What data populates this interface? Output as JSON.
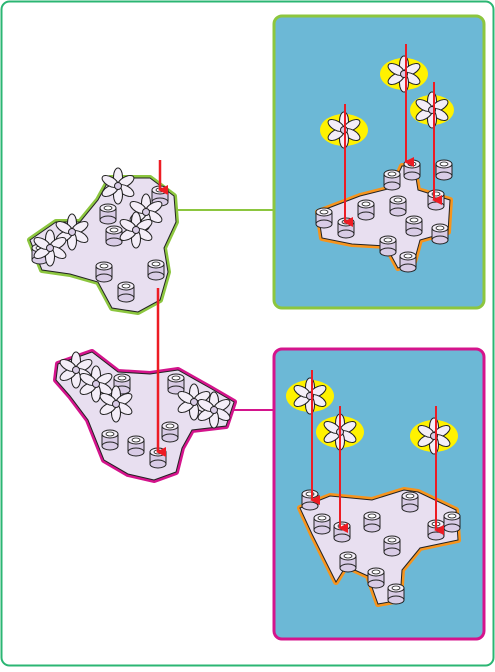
{
  "page": {
    "border_color": "#2bb673",
    "background": "#ffffff"
  },
  "callouts": [
    {
      "id": "top-callout",
      "background": "#6cb8d6",
      "border_color": "#8cc63f",
      "leader_color": "#8cc63f",
      "base_outline_color": "#f7941d",
      "flower_outline_color": "#fff200",
      "arrow_color": "#ed1c24",
      "flower_count": 3
    },
    {
      "id": "bottom-callout",
      "background": "#6cb8d6",
      "border_color": "#d4148c",
      "leader_color": "#d4148c",
      "base_outline_color": "#f7941d",
      "flower_outline_color": "#fff200",
      "arrow_color": "#ed1c24",
      "flower_count": 3
    }
  ],
  "assemblies": [
    {
      "id": "upper-assembly",
      "outline_color": "#8cc63f",
      "part_fill": "#e8dff0",
      "icon": "flower-stem-assembly"
    },
    {
      "id": "lower-assembly",
      "outline_color": "#d4148c",
      "part_fill": "#e8dff0",
      "icon": "flower-stem-assembly"
    }
  ],
  "arrows": {
    "color": "#ed1c24",
    "direction": "down"
  }
}
